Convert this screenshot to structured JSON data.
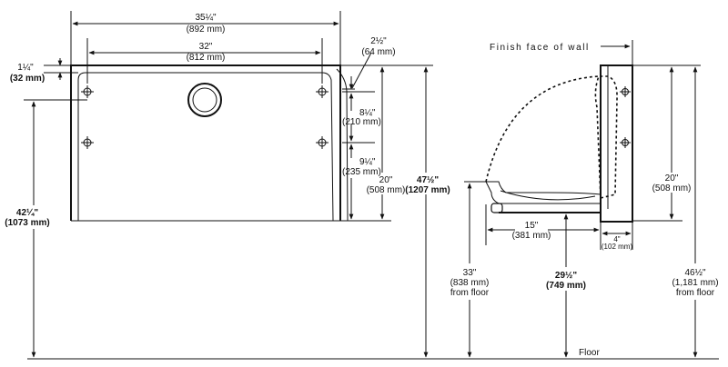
{
  "front_view": {
    "overall_width": {
      "imperial": "35¼\"",
      "metric": "(892 mm)"
    },
    "hole_spacing": {
      "imperial": "32\"",
      "metric": "(812 mm)"
    },
    "top_offset": {
      "imperial": "1¼\"",
      "metric": "(32 mm)"
    },
    "right_offset": {
      "imperial": "2½\"",
      "metric": "(64 mm)"
    },
    "upper_hole_spacing": {
      "imperial": "8¼\"",
      "metric": "(210 mm)"
    },
    "lower_hole_spacing": {
      "imperial": "9¼\"",
      "metric": "(235 mm)"
    },
    "height": {
      "imperial": "20\"",
      "metric": "(508 mm)"
    },
    "top_from_floor": {
      "imperial": "47½\"",
      "metric": "(1207 mm)"
    },
    "holes_from_floor": {
      "imperial": "42¼\"",
      "metric": "(1073 mm)"
    }
  },
  "side_view": {
    "wall_label": "Finish face of wall",
    "height": {
      "imperial": "20\"",
      "metric": "(508 mm)"
    },
    "depth": {
      "imperial": "15\"",
      "metric": "(381 mm)"
    },
    "thickness": {
      "imperial": "4\"",
      "metric": "(102 mm)"
    },
    "bed_height": {
      "imperial": "33\"",
      "metric": "(838 mm)",
      "note": "from floor"
    },
    "under_height": {
      "imperial": "29½\"",
      "metric": "(749 mm)"
    },
    "top_height": {
      "imperial": "46½\"",
      "metric": "(1,181 mm)",
      "note": "from floor"
    },
    "floor_label": "Floor"
  }
}
